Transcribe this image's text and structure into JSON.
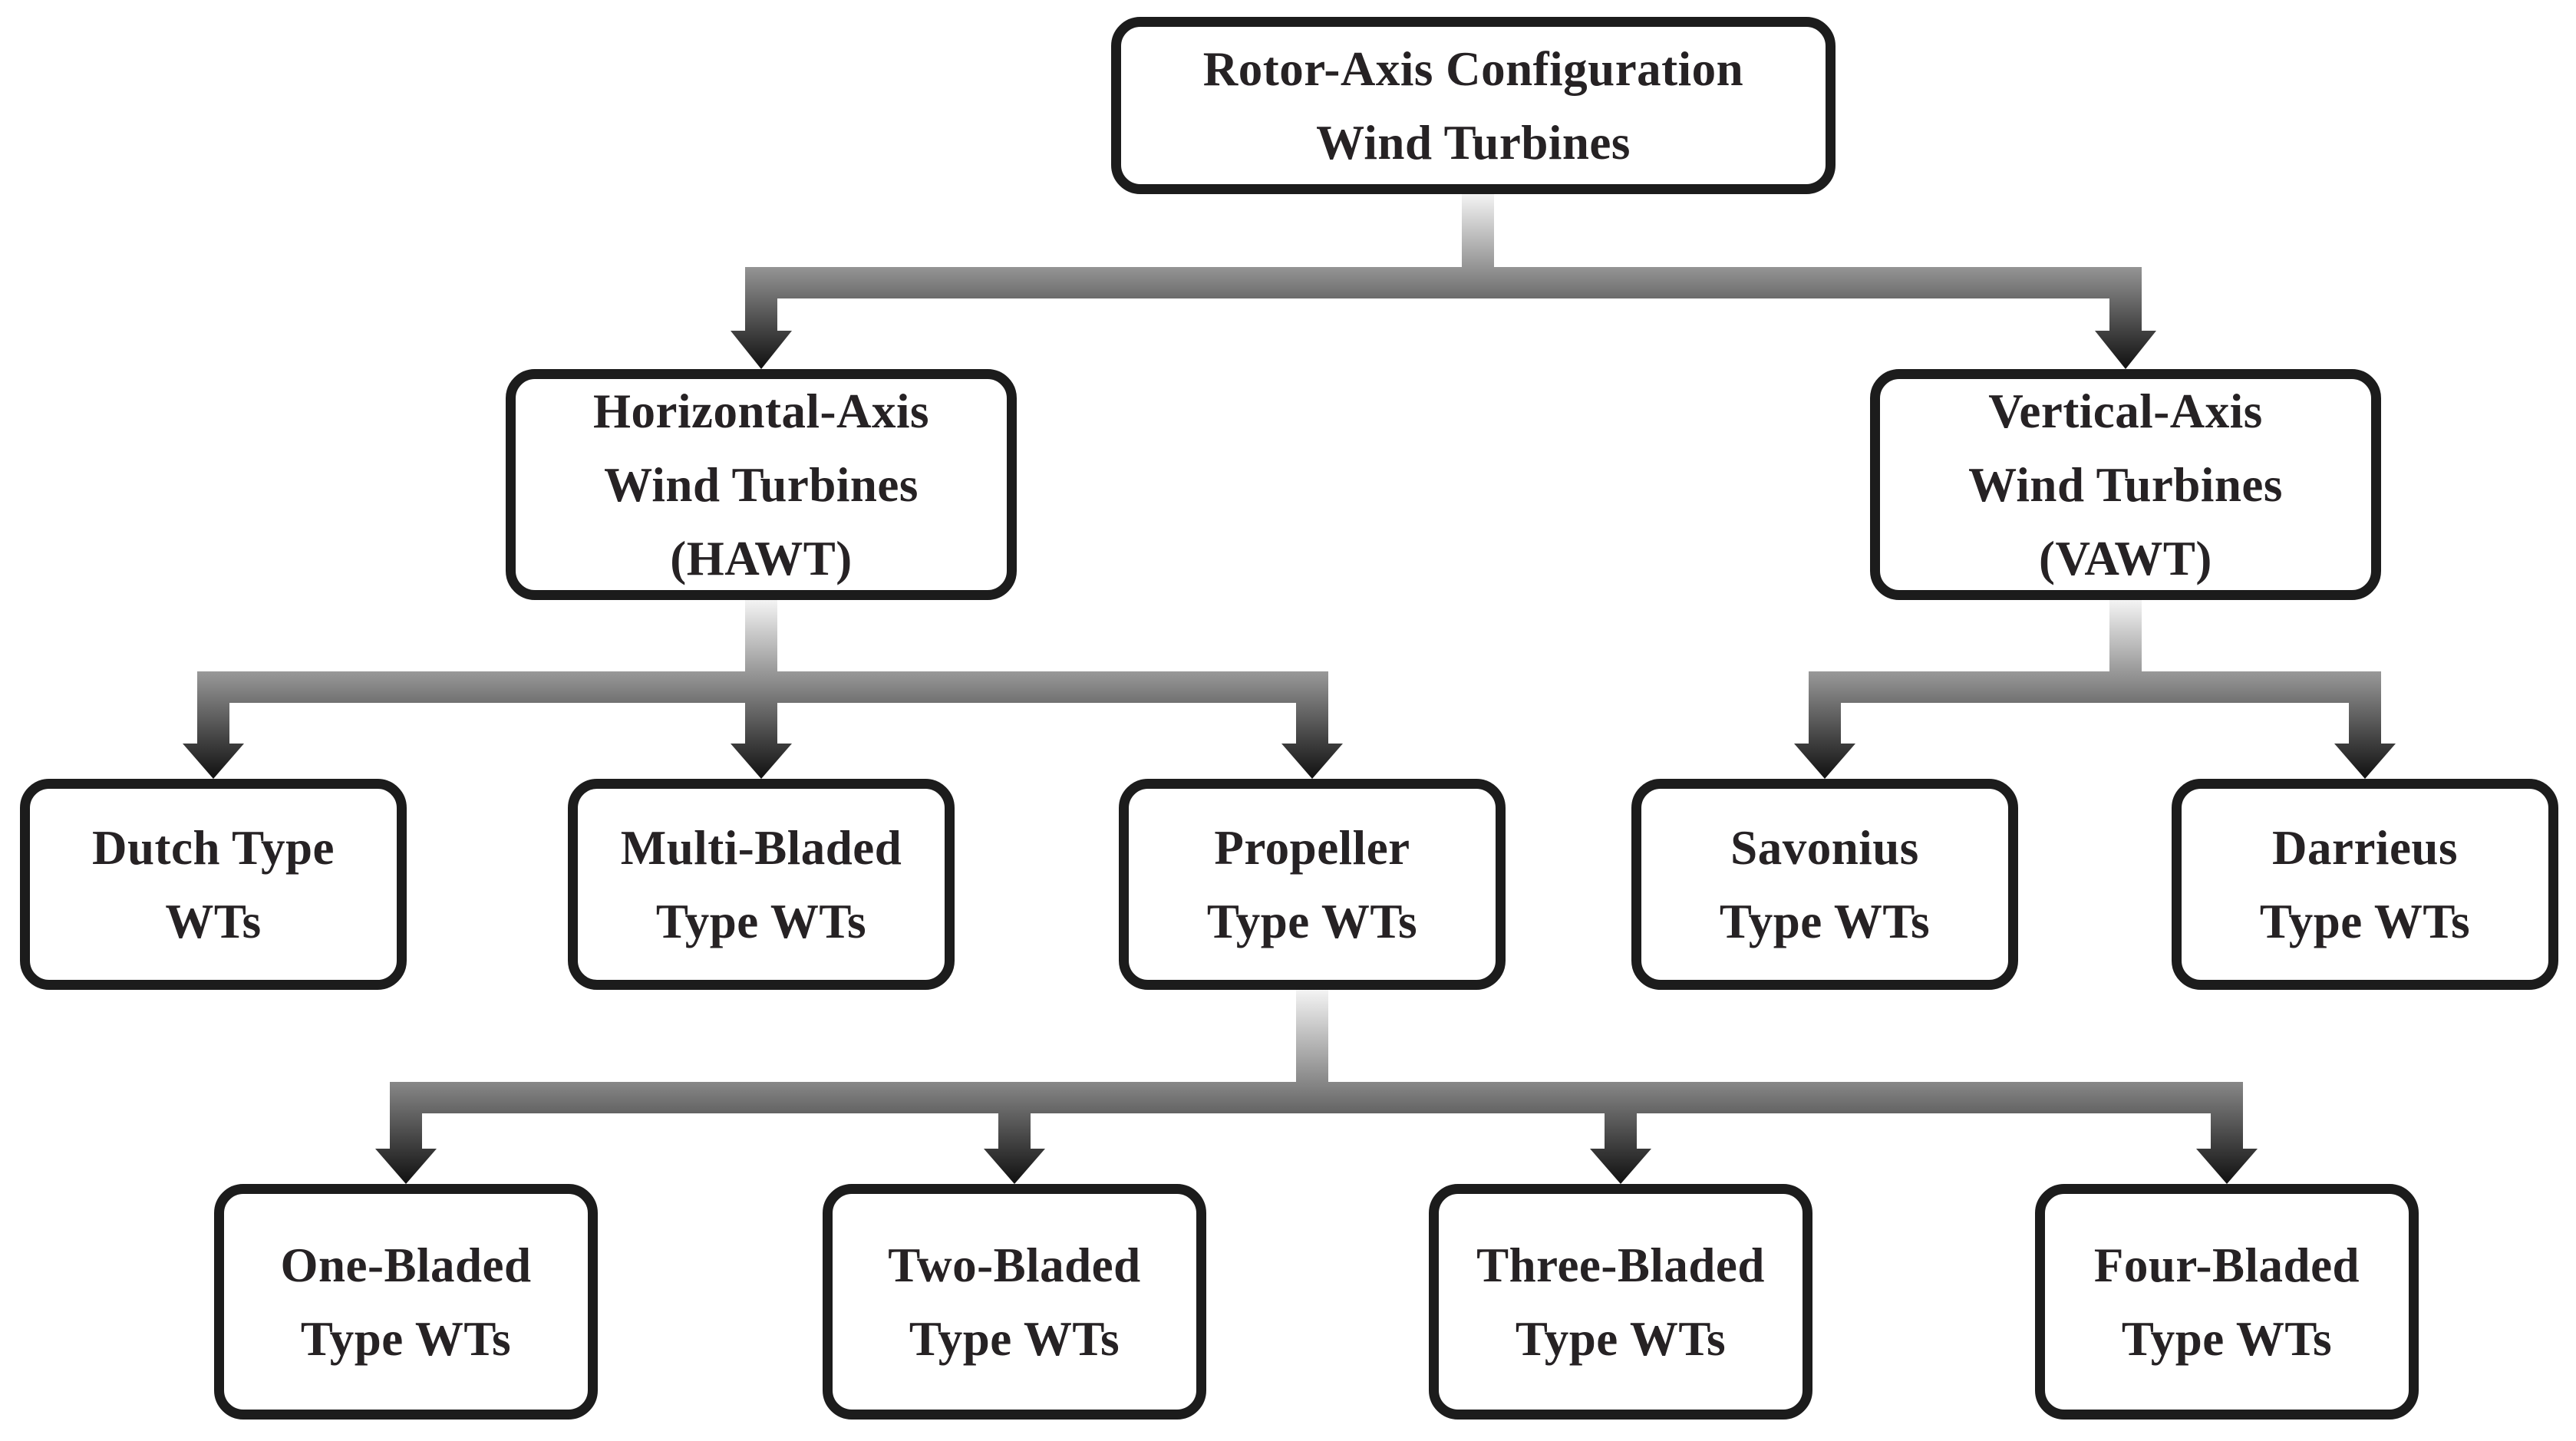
{
  "theme": {
    "background": "#ffffff",
    "box_border_color": "#1c1c1c",
    "text_color": "#262224",
    "connector_gradient_top": "#f4f4f4",
    "connector_gradient_bottom": "#101010"
  },
  "tree": {
    "root": {
      "id": "root",
      "label": "Rotor-Axis Configuration\nWind Turbines"
    },
    "level2": [
      {
        "id": "hawt",
        "label": "Horizontal-Axis\nWind Turbines\n(HAWT)"
      },
      {
        "id": "vawt",
        "label": "Vertical-Axis\nWind Turbines\n(VAWT)"
      }
    ],
    "level3": [
      {
        "id": "dutch",
        "label": "Dutch Type\nWTs"
      },
      {
        "id": "multi_bladed",
        "label": "Multi-Bladed\nType WTs"
      },
      {
        "id": "propeller",
        "label": "Propeller\nType WTs"
      },
      {
        "id": "savonius",
        "label": "Savonius\nType WTs"
      },
      {
        "id": "darrieus",
        "label": "Darrieus\nType WTs"
      }
    ],
    "level4": [
      {
        "id": "one_bladed",
        "label": "One-Bladed\nType WTs"
      },
      {
        "id": "two_bladed",
        "label": "Two-Bladed\nType WTs"
      },
      {
        "id": "three_bladed",
        "label": "Three-Bladed\nType WTs"
      },
      {
        "id": "four_bladed",
        "label": "Four-Bladed\nType WTs"
      }
    ],
    "edges": [
      [
        "root",
        "hawt"
      ],
      [
        "root",
        "vawt"
      ],
      [
        "hawt",
        "dutch"
      ],
      [
        "hawt",
        "multi_bladed"
      ],
      [
        "hawt",
        "propeller"
      ],
      [
        "vawt",
        "savonius"
      ],
      [
        "vawt",
        "darrieus"
      ],
      [
        "propeller",
        "one_bladed"
      ],
      [
        "propeller",
        "two_bladed"
      ],
      [
        "propeller",
        "three_bladed"
      ],
      [
        "propeller",
        "four_bladed"
      ]
    ]
  }
}
